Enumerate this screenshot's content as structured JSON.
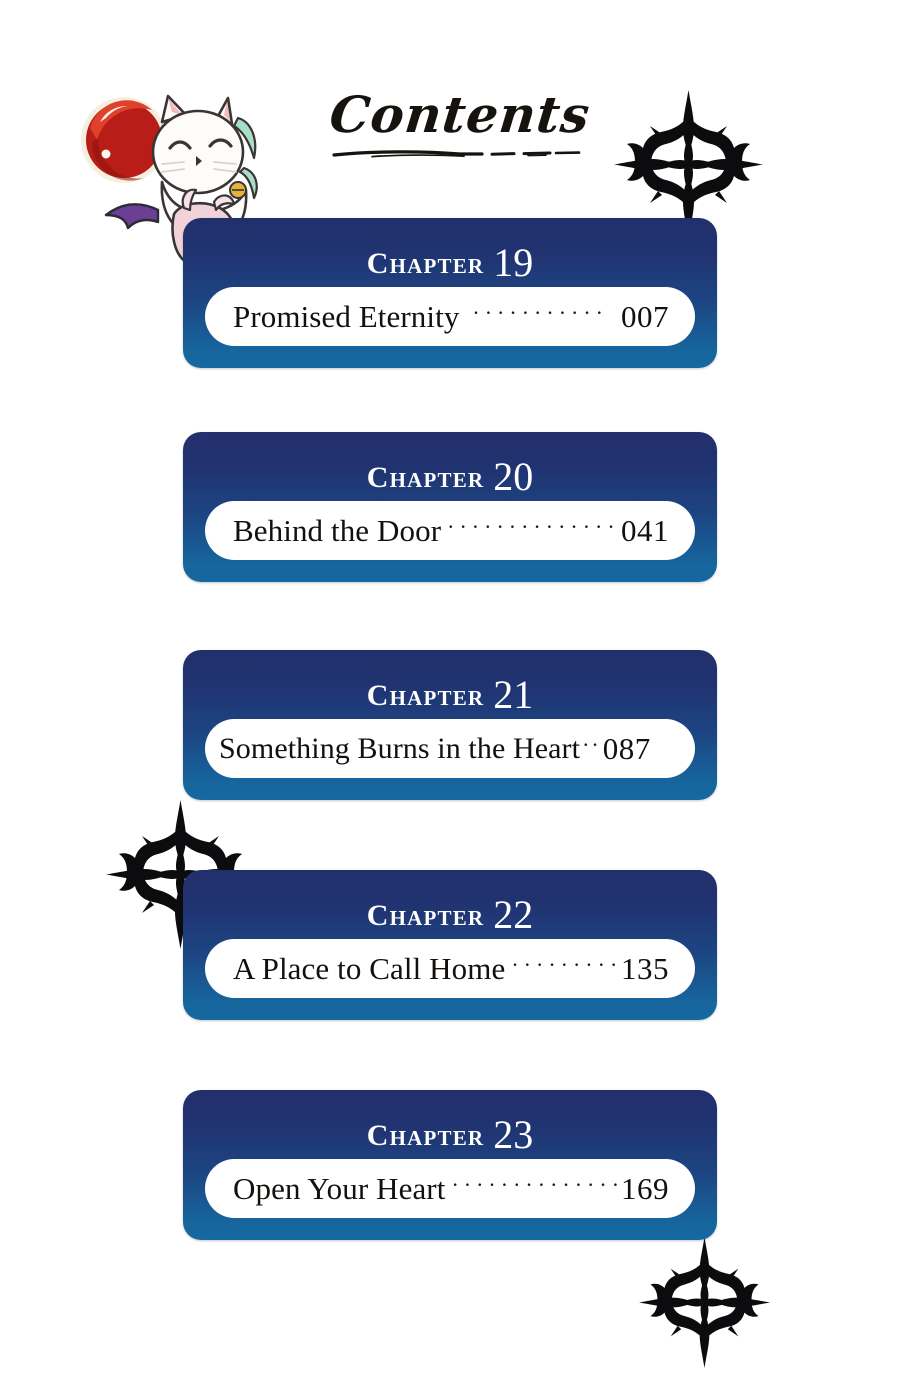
{
  "page": {
    "title": "Contents",
    "background_color": "#ffffff",
    "card_gradient_top": "#222f6d",
    "card_gradient_bottom": "#1668a0",
    "pill_color": "#ffffff",
    "text_color": "#13100e",
    "heading_text_color": "#ffffff"
  },
  "chapters": [
    {
      "label": "Chapter",
      "number": "19",
      "title": "Promised Eternity",
      "dots": "···········",
      "page": "007"
    },
    {
      "label": "Chapter",
      "number": "20",
      "title": "Behind the Door",
      "dots": "··············",
      "page": "041"
    },
    {
      "label": "Chapter",
      "number": "21",
      "title": "Something Burns in the Heart",
      "dots": "··",
      "page": "087"
    },
    {
      "label": "Chapter",
      "number": "22",
      "title": "A Place to Call Home",
      "dots": "·········",
      "page": "135"
    },
    {
      "label": "Chapter",
      "number": "23",
      "title": "Open Your Heart",
      "dots": "················",
      "page": "169"
    }
  ],
  "decorations": {
    "mascot": "white-cat-mascot-with-red-orb-and-bat-wings",
    "ornaments": [
      {
        "name": "compass-rose-ornament-top-right"
      },
      {
        "name": "compass-rose-ornament-middle-left"
      },
      {
        "name": "compass-rose-ornament-bottom-right"
      }
    ],
    "title_rule": "hand-drawn-dashed-underline"
  }
}
